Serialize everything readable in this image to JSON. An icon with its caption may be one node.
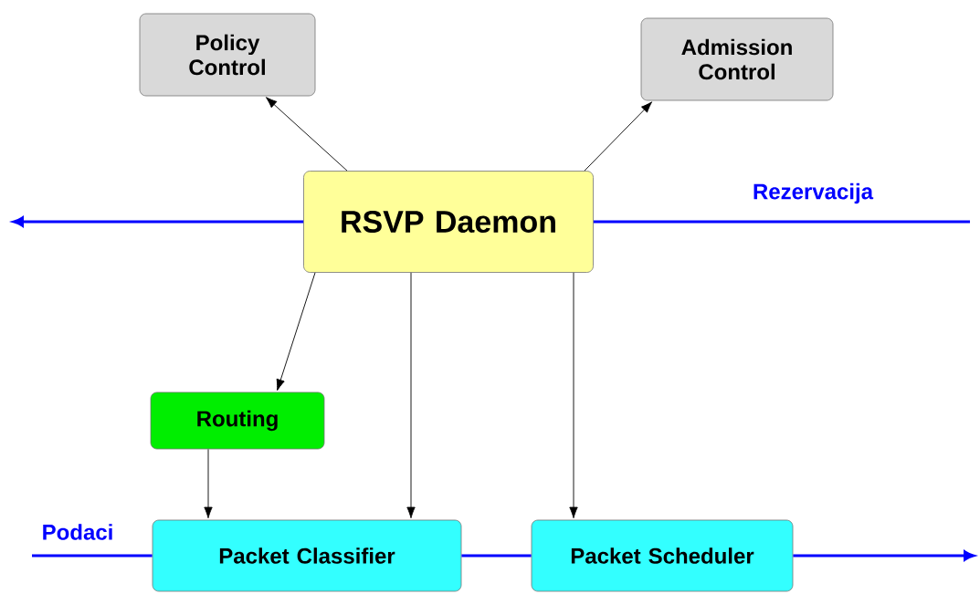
{
  "diagram": {
    "nodes": [
      {
        "text": [
          "Policy Control"
        ]
      },
      {
        "text": [
          "Admission Control"
        ]
      },
      {
        "text": [
          "RSVP Daemon"
        ]
      },
      {
        "text": [
          "Routing"
        ]
      },
      {
        "text": [
          "Packet Classifier"
        ]
      },
      {
        "text": [
          "Packet Scheduler"
        ]
      }
    ],
    "edges": [
      {
        "from": 2,
        "to": 0,
        "arrow": "to"
      },
      {
        "from": 2,
        "to": 1,
        "arrow": "to"
      },
      {
        "from": 2,
        "to": 3,
        "arrow": "to"
      },
      {
        "from": 2,
        "to": 4,
        "arrow": "to"
      },
      {
        "from": 2,
        "to": 5,
        "arrow": "to"
      },
      {
        "from": 3,
        "to": 4,
        "arrow": "to"
      },
      {
        "from": null,
        "to": 2,
        "arrow": "none",
        "label": "Rezervacija",
        "style": "thick",
        "color": "#0000ff"
      },
      {
        "from": 2,
        "to": null,
        "arrow": "to",
        "style": "thick",
        "color": "#0000ff"
      },
      {
        "from": null,
        "to": 4,
        "arrow": "none",
        "label": "Podaci",
        "style": "thick",
        "color": "#0000ff"
      },
      {
        "from": 4,
        "to": 5,
        "arrow": "none",
        "style": "thick",
        "color": "#0000ff"
      },
      {
        "from": 5,
        "to": null,
        "arrow": "to",
        "style": "thick",
        "color": "#0000ff"
      }
    ]
  }
}
